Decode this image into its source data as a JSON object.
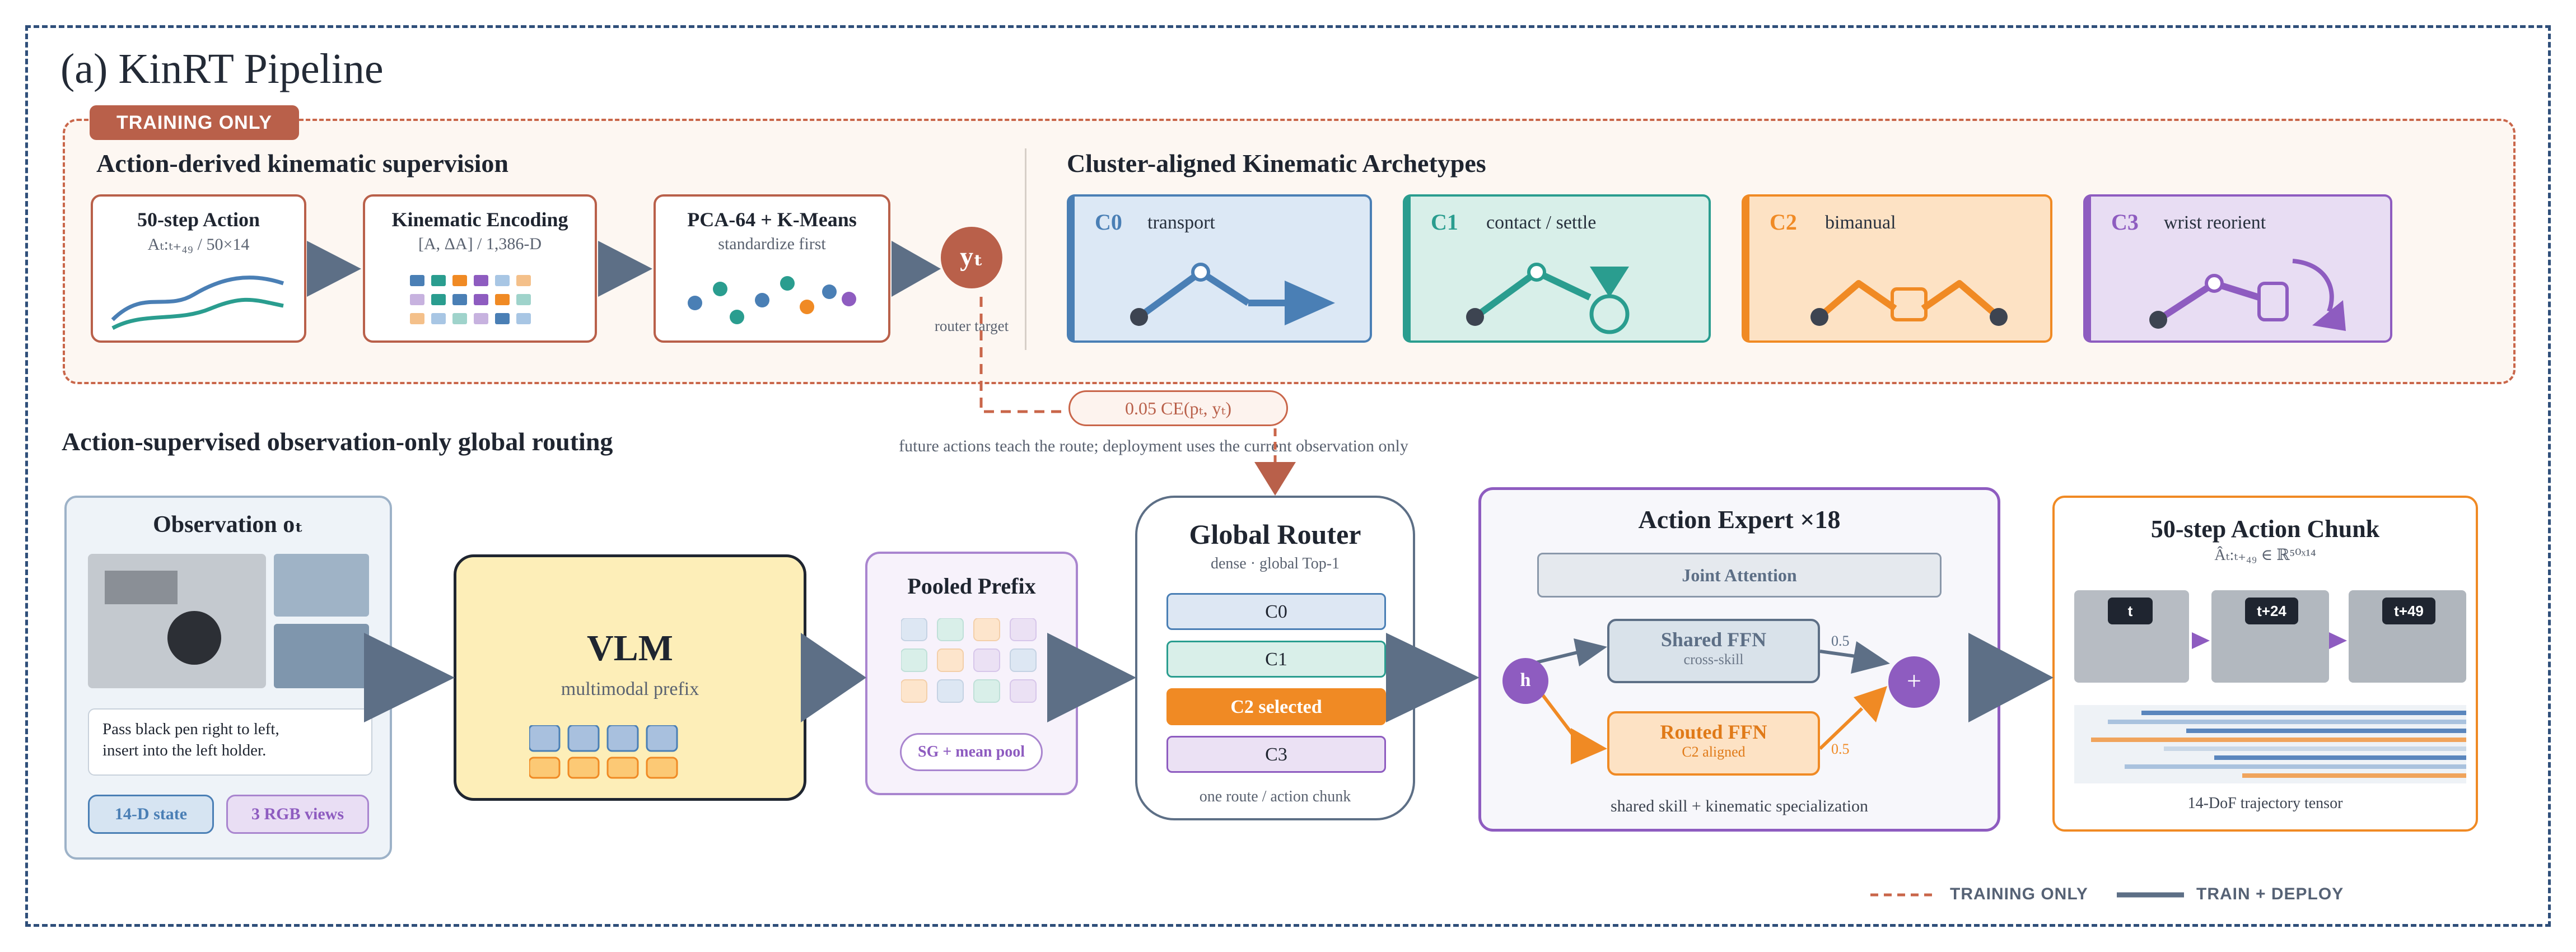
{
  "title": "(a) KinRT Pipeline",
  "training_tag": "TRAINING ONLY",
  "supervision": {
    "heading": "Action-derived kinematic supervision",
    "action_card": {
      "title": "50-step Action",
      "sub": "Aₜ:ₜ₊₄₉ / 50×14"
    },
    "encoding_card": {
      "title": "Kinematic Encoding",
      "sub": "[A, ΔA] / 1,386-D"
    },
    "pca_card": {
      "title": "PCA-64 + K-Means",
      "sub": "standardize first"
    },
    "target_symbol": "yₜ",
    "target_label": "router target"
  },
  "archetypes": {
    "heading": "Cluster-aligned Kinematic Archetypes",
    "clusters": [
      {
        "code": "C0",
        "name": "transport",
        "color": "#4a7fb5"
      },
      {
        "code": "C1",
        "name": "contact / settle",
        "color": "#2a9d8f"
      },
      {
        "code": "C2",
        "name": "bimanual",
        "color": "#f08a24"
      },
      {
        "code": "C3",
        "name": "wrist reorient",
        "color": "#8e5cc0"
      }
    ]
  },
  "loss": {
    "label": "0.05 CE(pₜ, yₜ)",
    "caption": "future actions teach the route; deployment uses the current observation only"
  },
  "routing": {
    "heading": "Action-supervised observation-only global routing",
    "observation": {
      "title": "Observation oₜ",
      "instruction": "Pass black pen right to left,\ninsert into the left holder.",
      "chip_state": "14-D state",
      "chip_views": "3 RGB views"
    },
    "vlm": {
      "title": "VLM",
      "sub": "multimodal prefix"
    },
    "pooled": {
      "title": "Pooled Prefix",
      "chip": "SG + mean pool"
    },
    "router": {
      "title": "Global Router",
      "sub": "dense · global Top-1",
      "options": [
        "C0",
        "C1",
        "C2 selected",
        "C3"
      ],
      "footer": "one route / action chunk"
    },
    "expert": {
      "title": "Action Expert ×18",
      "joint": "Joint Attention",
      "shared_title": "Shared FFN",
      "shared_sub": "cross-skill",
      "routed_title": "Routed FFN",
      "routed_sub": "C2 aligned",
      "h": "h",
      "plus": "+",
      "w_top": "0.5",
      "w_bottom": "0.5",
      "footer": "shared skill + kinematic specialization"
    },
    "chunk": {
      "title": "50-step Action Chunk",
      "sub": "Âₜ:ₜ₊₄₉ ∈ ℝ⁵⁰ˣ¹⁴",
      "frames": [
        "t",
        "t+24",
        "t+49"
      ],
      "footer": "14-DoF trajectory tensor"
    }
  },
  "legend": {
    "training": "TRAINING ONLY",
    "deploy": "TRAIN + DEPLOY"
  },
  "colors": {
    "arrow": "#5d6f86",
    "training": "#c9664a",
    "c0": "#4a7fb5",
    "c1": "#2a9d8f",
    "c2": "#f08a24",
    "c3": "#8e5cc0"
  }
}
